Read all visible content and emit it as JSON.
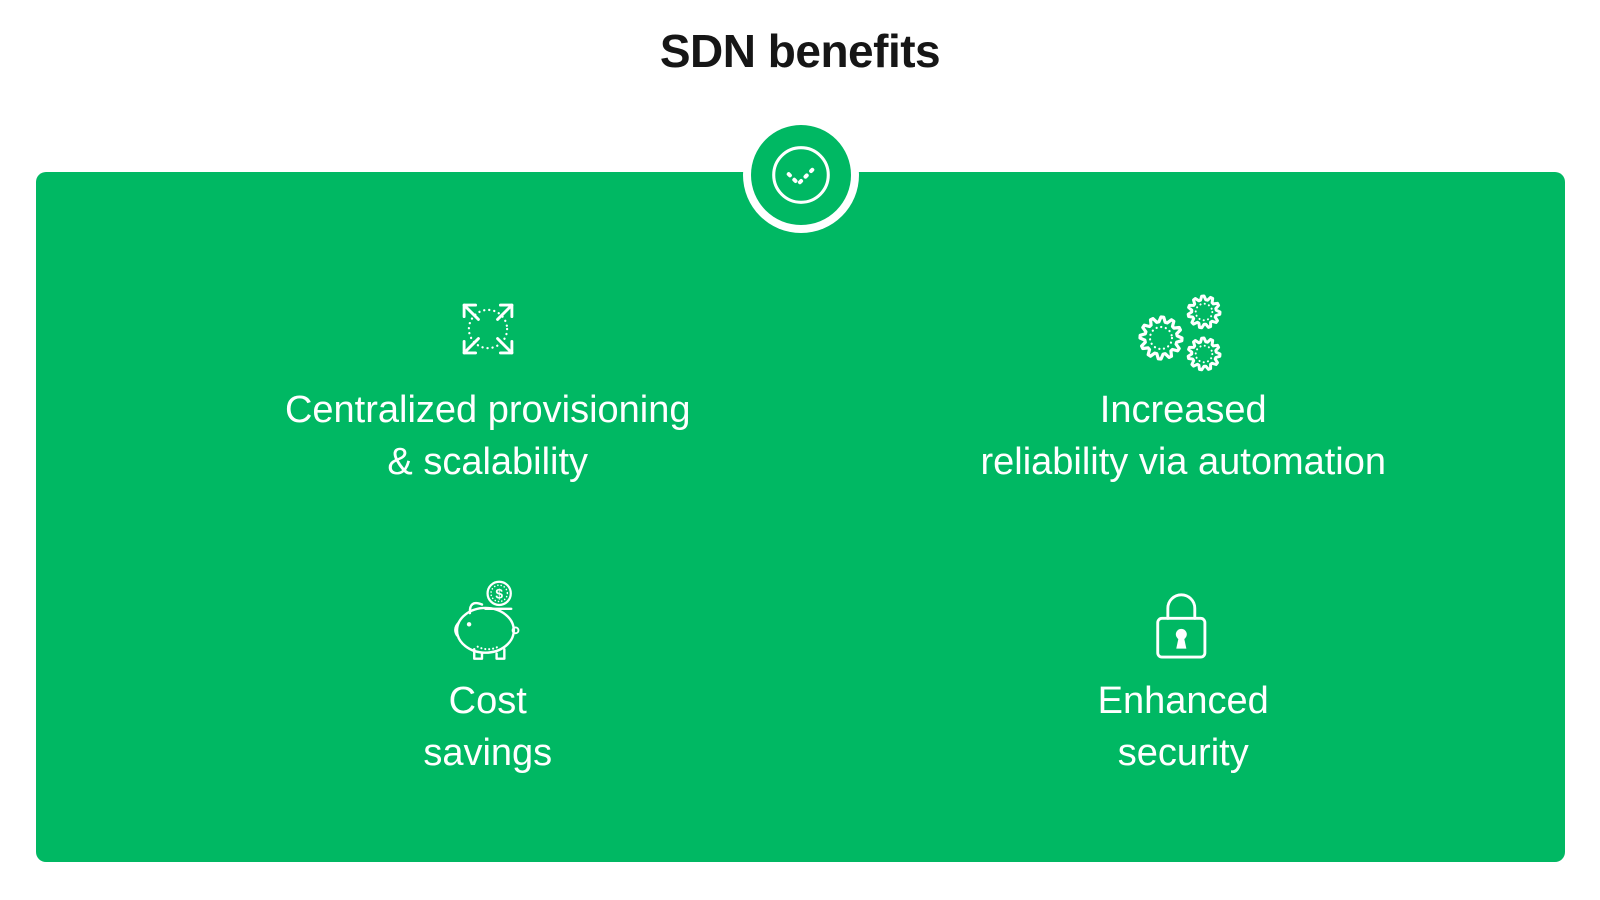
{
  "title": "SDN benefits",
  "colors": {
    "card_green": "#00b863",
    "title_color": "#161616",
    "icon_color": "#ffffff"
  },
  "badge": {
    "icon": "check-icon"
  },
  "coin_symbol": "$",
  "benefits": [
    {
      "icon": "expand-arrows-icon",
      "label": "Centralized provisioning\n& scalability"
    },
    {
      "icon": "gears-icon",
      "label": "Increased\nreliability via automation"
    },
    {
      "icon": "piggy-bank-icon",
      "label": "Cost\nsavings"
    },
    {
      "icon": "lock-icon",
      "label": "Enhanced\nsecurity"
    }
  ]
}
